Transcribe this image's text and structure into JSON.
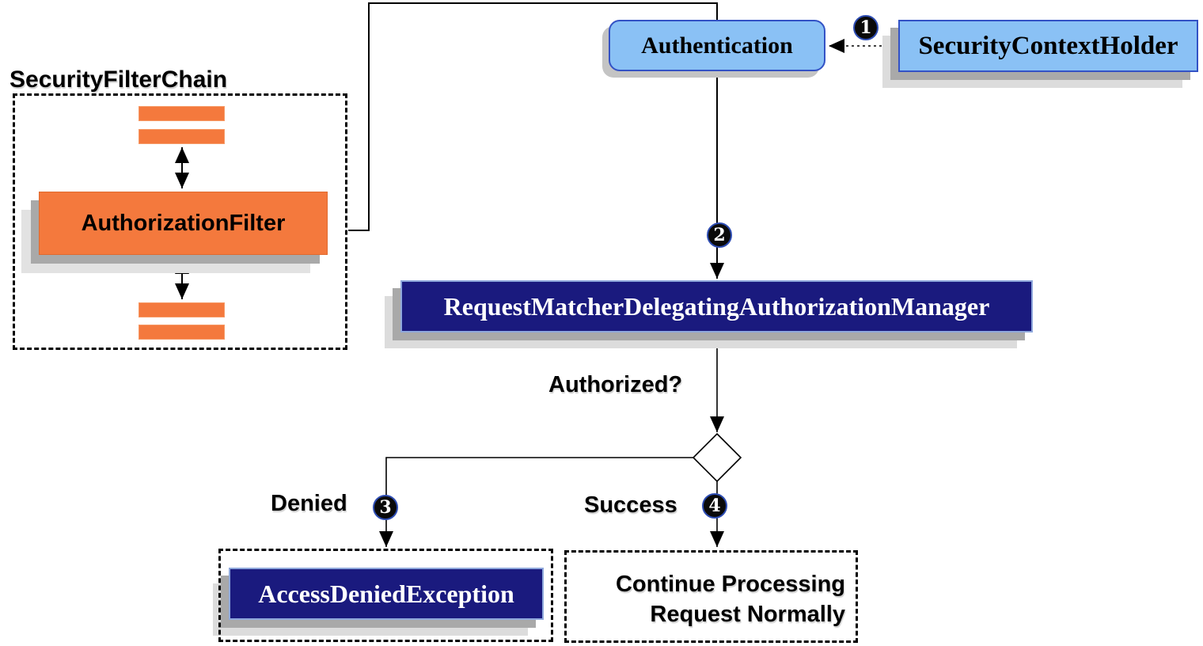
{
  "diagram": {
    "filter_chain": {
      "title": "SecurityFilterChain",
      "authorization_filter": "AuthorizationFilter"
    },
    "nodes": {
      "authentication": "Authentication",
      "security_context_holder": "SecurityContextHolder",
      "request_matcher_delegating_authorization_manager": "RequestMatcherDelegatingAuthorizationManager",
      "access_denied_exception": "AccessDeniedException",
      "continue_processing": {
        "line1": "Continue Processing",
        "line2": "Request Normally"
      }
    },
    "labels": {
      "authorized": "Authorized?",
      "denied": "Denied",
      "success": "Success"
    },
    "steps": [
      "1",
      "2",
      "3",
      "4"
    ],
    "colors": {
      "orange": "#f4793d",
      "light_blue": "#8ac1f5",
      "blue_border": "#3352c5",
      "navy": "#1a1a7e",
      "shadow_dark": "#a9a9a9",
      "shadow_light": "#dcdcdc",
      "step_circle": "#0a0a0a"
    }
  }
}
